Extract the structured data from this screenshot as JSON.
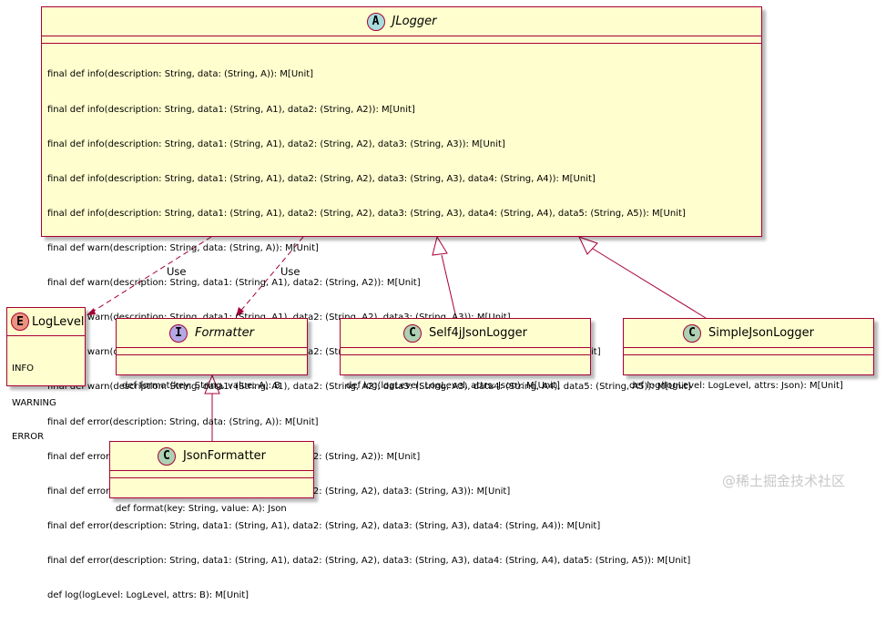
{
  "classes": {
    "jlogger": {
      "name": "JLogger",
      "stereotype_letter": "A",
      "stereotype_color": "#A9DCDF",
      "methods": [
        "final def info(description: String, data: (String, A)): M[Unit]",
        "final def info(description: String, data1: (String, A1), data2: (String, A2)): M[Unit]",
        "final def info(description: String, data1: (String, A1), data2: (String, A2), data3: (String, A3)): M[Unit]",
        "final def info(description: String, data1: (String, A1), data2: (String, A2), data3: (String, A3), data4: (String, A4)): M[Unit]",
        "final def info(description: String, data1: (String, A1), data2: (String, A2), data3: (String, A3), data4: (String, A4), data5: (String, A5)): M[Unit]",
        "final def warn(description: String, data: (String, A)): M[Unit]",
        "final def warn(description: String, data1: (String, A1), data2: (String, A2)): M[Unit]",
        "final def warn(description: String, data1: (String, A1), data2: (String, A2), data3: (String, A3)): M[Unit]",
        "final def warn(description: String, data1: (String, A1), data2: (String, A2), data3: (String, A3), data4: (String, A4)): M[Unit]",
        "final def warn(description: String, data1: (String, A1), data2: (String, A2), data3: (String, A3), data4: (String, A4), data5: (String, A5)): M[Unit]",
        "final def error(description: String, data: (String, A)): M[Unit]",
        "final def error(description: String, data1: (String, A1), data2: (String, A2)): M[Unit]",
        "final def error(description: String, data1: (String, A1), data2: (String, A2), data3: (String, A3)): M[Unit]",
        "final def error(description: String, data1: (String, A1), data2: (String, A2), data3: (String, A3), data4: (String, A4)): M[Unit]",
        "final def error(description: String, data1: (String, A1), data2: (String, A2), data3: (String, A3), data4: (String, A4), data5: (String, A5)): M[Unit]",
        "def log(logLevel: LogLevel, attrs: B): M[Unit]"
      ]
    },
    "loglevel": {
      "name": "LogLevel",
      "stereotype_letter": "E",
      "stereotype_color": "#EB937F",
      "values": [
        "INFO",
        "WARNING",
        "ERROR"
      ]
    },
    "formatter": {
      "name": "Formatter",
      "stereotype_letter": "I",
      "stereotype_color": "#B4A7E5",
      "methods": [
        "def format(key: String, value: A): B"
      ]
    },
    "self4j": {
      "name": "Self4jJsonLogger",
      "stereotype_letter": "C",
      "stereotype_color": "#ADD1B2",
      "methods": [
        "def log(logLevel: LogLevel, attrs: Json): M[Unit]"
      ]
    },
    "simple": {
      "name": "SimpleJsonLogger",
      "stereotype_letter": "C",
      "stereotype_color": "#ADD1B2",
      "methods": [
        "def log(logLevel: LogLevel, attrs: Json): M[Unit]"
      ]
    },
    "jsonformatter": {
      "name": "JsonFormatter",
      "stereotype_letter": "C",
      "stereotype_color": "#ADD1B2",
      "methods": [
        "def format(key: String, value: A): Json"
      ]
    }
  },
  "relations": {
    "use_loglevel": "Use",
    "use_formatter": "Use"
  },
  "watermark": "@稀土掘金技术社区",
  "colors": {
    "box_fill": "#FEFECE",
    "border": "#A80036"
  }
}
